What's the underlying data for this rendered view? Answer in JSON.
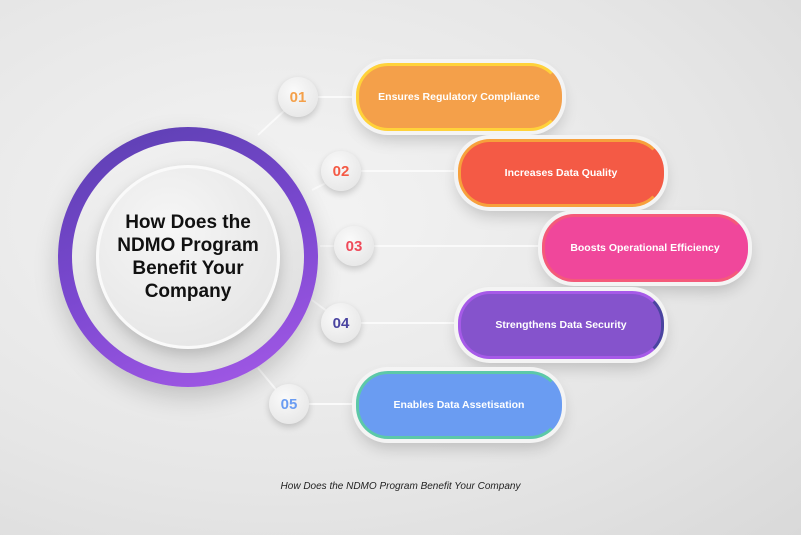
{
  "center_title": "How Does the NDMO Program Benefit Your Company",
  "items": [
    {
      "number": "01",
      "label": "Ensures Regulatory Compliance",
      "color": "#f4a04a",
      "border": "#ffd23a"
    },
    {
      "number": "02",
      "label": "Increases Data Quality",
      "color": "#f45a45",
      "border": "#f7a03c"
    },
    {
      "number": "03",
      "label": "Boosts Operational Efficiency",
      "color": "#f0479b",
      "border": "#f45a7a"
    },
    {
      "number": "04",
      "label": "Strengthens Data Security",
      "color": "#8553cc",
      "border": "#4a44a0"
    },
    {
      "number": "05",
      "label": "Enables Data Assetisation",
      "color": "#6a9cf2",
      "border": "#5cc8a8"
    }
  ],
  "caption": "How Does the NDMO Program Benefit Your Company"
}
